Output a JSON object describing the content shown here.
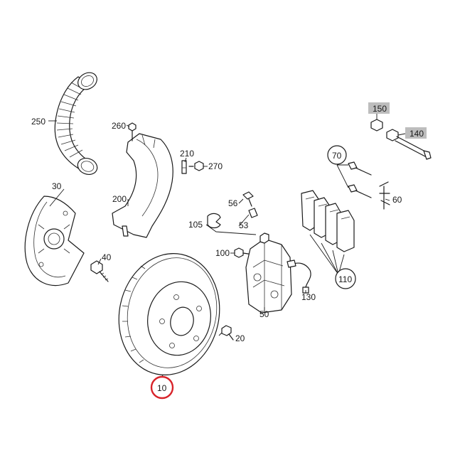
{
  "colors": {
    "highlight_circle": "#d8232a",
    "shaded_label_bg": "#bdbdbd",
    "line": "#1a1a1a"
  },
  "labels": {
    "p10": "10",
    "p20": "20",
    "p30": "30",
    "p40": "40",
    "p50": "50",
    "p53": "53",
    "p56": "56",
    "p60": "60",
    "p70": "70",
    "p100": "100",
    "p105": "105",
    "p110": "110",
    "p130": "130",
    "p140": "140",
    "p150": "150",
    "p200": "200",
    "p210": "210",
    "p250": "250",
    "p260": "260",
    "p270": "270"
  },
  "highlighted_part": "10"
}
